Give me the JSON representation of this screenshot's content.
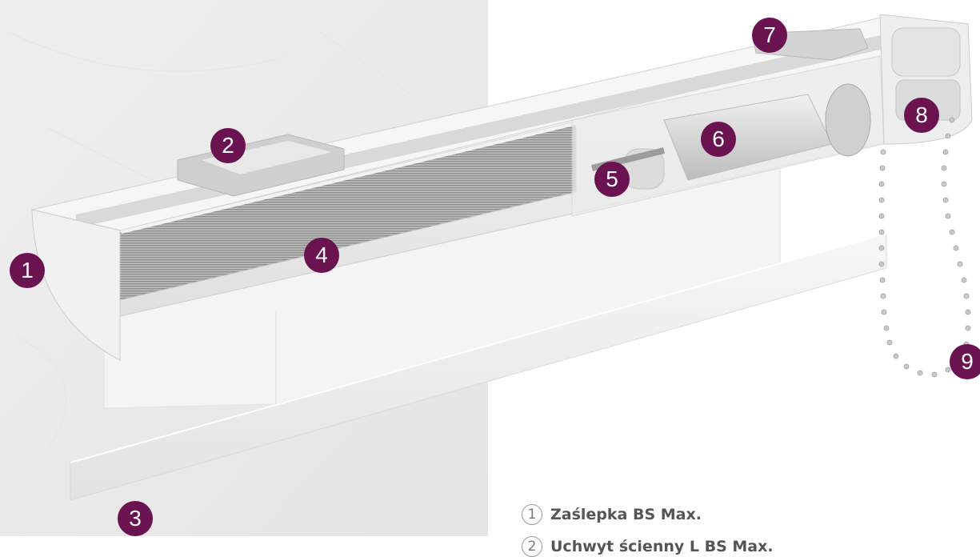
{
  "colors": {
    "badge": "#6b1251",
    "background_left": "#ececec",
    "background_right": "#ffffff",
    "legend_text": "#555555"
  },
  "markers": [
    {
      "id": "1",
      "label": "1"
    },
    {
      "id": "2",
      "label": "2"
    },
    {
      "id": "3",
      "label": "3"
    },
    {
      "id": "4",
      "label": "4"
    },
    {
      "id": "5",
      "label": "5"
    },
    {
      "id": "6",
      "label": "6"
    },
    {
      "id": "7",
      "label": "7"
    },
    {
      "id": "8",
      "label": "8"
    },
    {
      "id": "9",
      "label": "9"
    }
  ],
  "legend": [
    {
      "number": "1",
      "text": "Zaślepka BS Max."
    },
    {
      "number": "2",
      "text": "Uchwyt ścienny L BS Max."
    }
  ]
}
